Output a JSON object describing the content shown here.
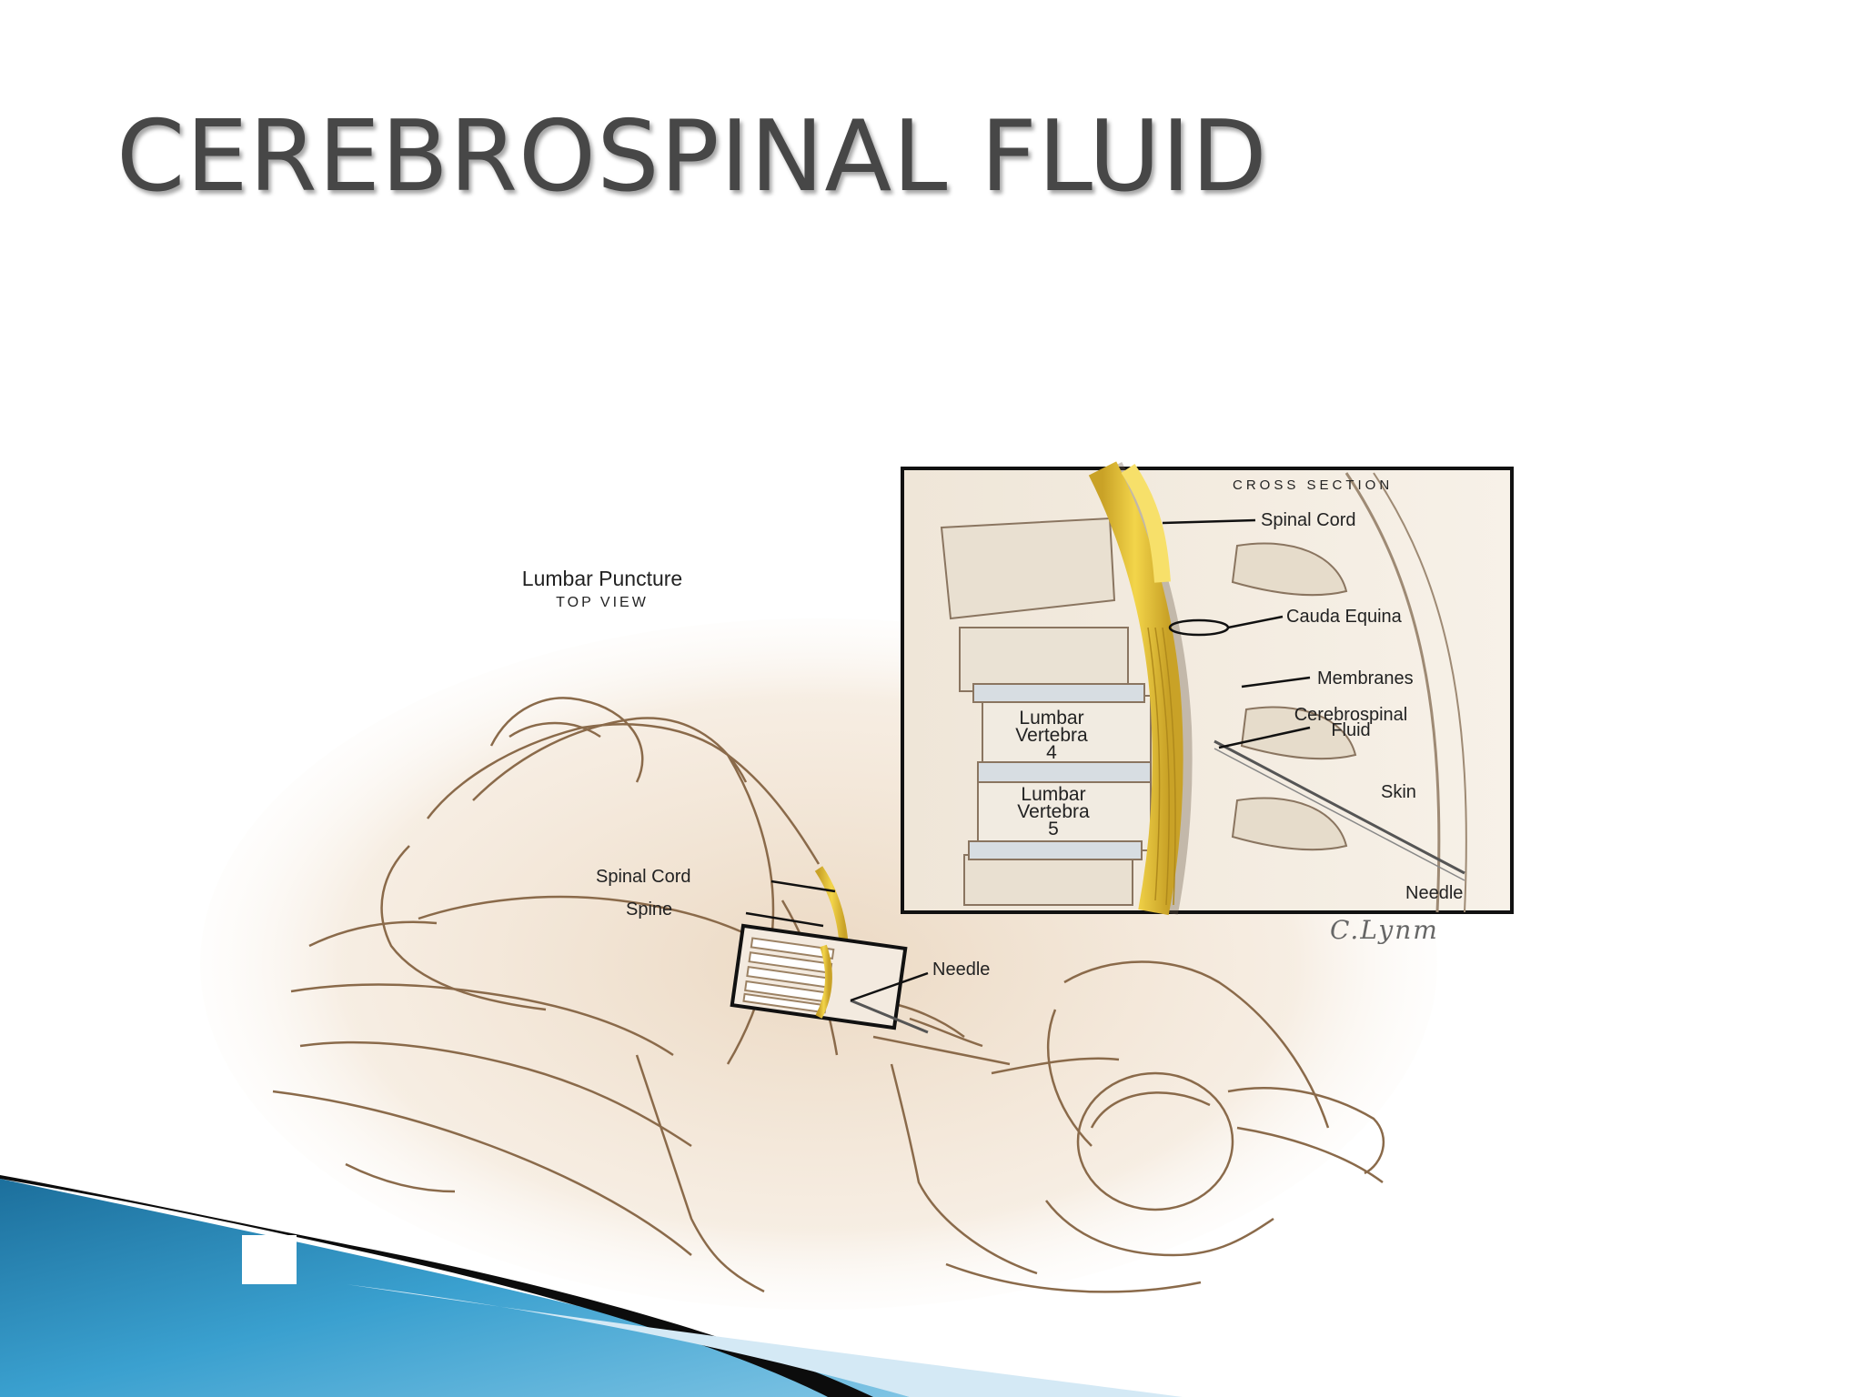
{
  "slide": {
    "title": "CEREBROSPINAL FLUID"
  },
  "figure": {
    "main_title": "Lumbar Puncture",
    "main_subtitle": "TOP VIEW",
    "labels": {
      "spinal_cord": "Spinal Cord",
      "spine": "Spine",
      "needle": "Needle"
    },
    "inset": {
      "title": "CROSS SECTION",
      "labels": {
        "spinal_cord": "Spinal Cord",
        "cauda_equina": "Cauda Equina",
        "membranes": "Membranes",
        "csf_line1": "Cerebrospinal",
        "csf_line2": "Fluid",
        "skin": "Skin",
        "needle": "Needle",
        "l4_line1": "Lumbar",
        "l4_line2": "Vertebra",
        "l4_line3": "4",
        "l5_line1": "Lumbar",
        "l5_line2": "Vertebra",
        "l5_line3": "5"
      }
    },
    "signature": "C.Lynm"
  },
  "colors": {
    "title": "#474747",
    "sepia": "#8a6a4a",
    "cord_yellow": "#e6c23a",
    "footer_blue": "#2f8fc0",
    "footer_light": "#d4e9f5"
  }
}
